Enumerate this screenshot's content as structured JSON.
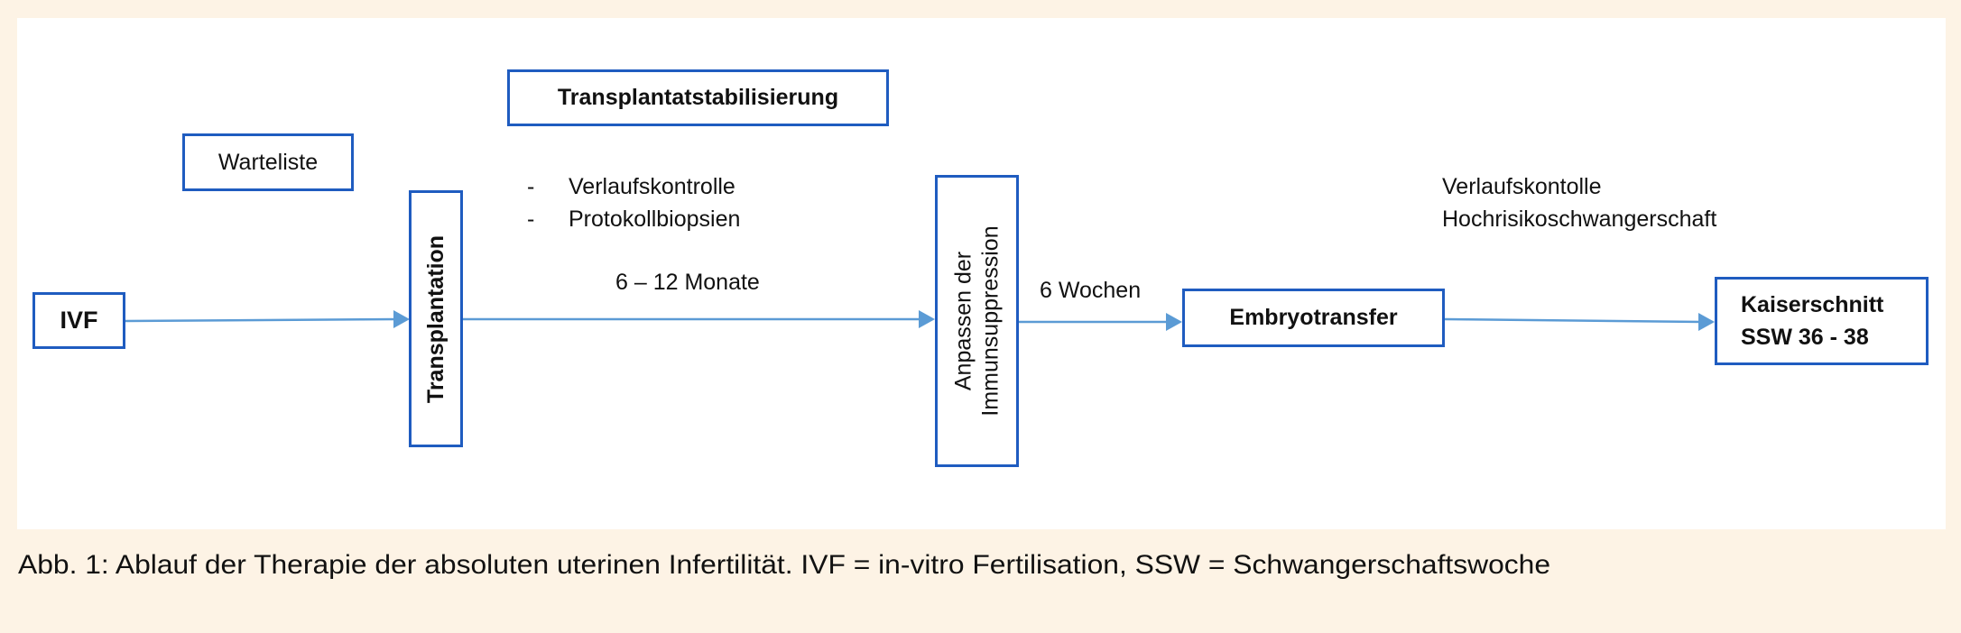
{
  "figure": {
    "nodes": {
      "ivf": "IVF",
      "warteliste": "Warteliste",
      "transplantation": "Transplantation",
      "stabilisierung": "Transplantatstabilisierung",
      "anpassen_line1": "Anpassen der",
      "anpassen_line2": "Immunsuppression",
      "embryotransfer": "Embryotransfer",
      "kaiserschnitt_line1": "Kaiserschnitt",
      "kaiserschnitt_line2": "SSW 36 - 38"
    },
    "stabilisierung_items": [
      "Verlaufskontrolle",
      "Protokollbiopsien"
    ],
    "bullet": "-",
    "label_duration_1": "6 – 12 Monate",
    "label_duration_2": "6 Wochen",
    "pregnancy_note_line1": "Verlaufskontolle",
    "pregnancy_note_line2": "Hochrisikoschwangerschaft",
    "colors": {
      "box_border": "#1f5cc0",
      "arrow": "#5b9bd5",
      "background": "#fdf3e5"
    }
  },
  "caption": "Abb. 1: Ablauf der Therapie der absoluten uterinen Infertilität. IVF = in-vitro Fertilisation, SSW = Schwangerschaftswoche"
}
